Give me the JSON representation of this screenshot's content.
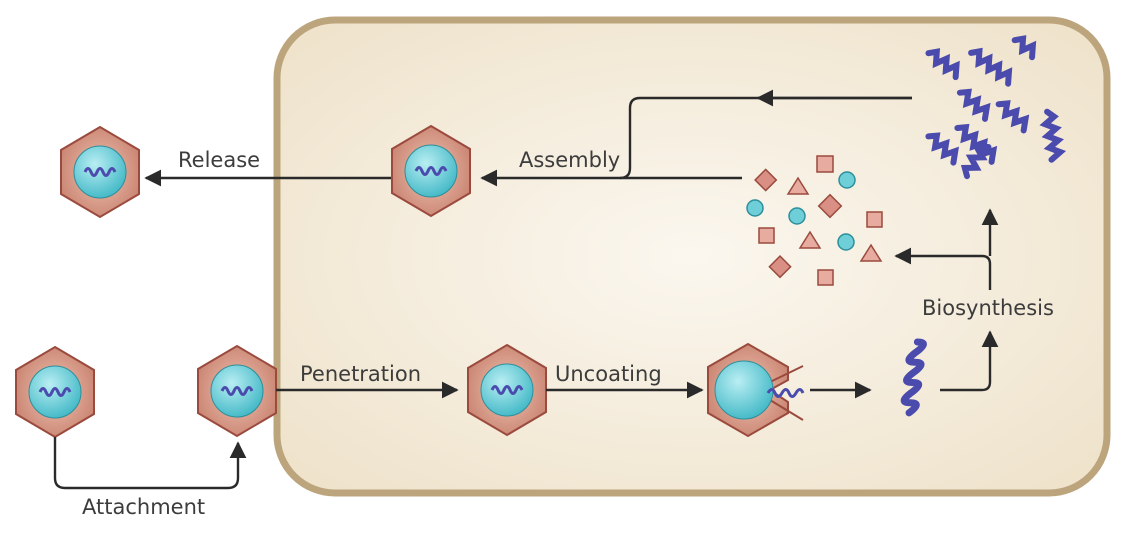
{
  "labels": {
    "release": "Release",
    "assembly": "Assembly",
    "biosynthesis": "Biosynthesis",
    "penetration": "Penetration",
    "uncoating": "Uncoating",
    "attachment": "Attachment"
  },
  "colors": {
    "cell_fill": "#f3ead8",
    "cell_border": "#c1a87e",
    "capsid_fill": "#d39b88",
    "capsid_stroke": "#9b4a3e",
    "nucleus_fill": "#6fcfd9",
    "nucleic_acid": "#5b5bb5",
    "protein": "#d98f83",
    "arrow": "#2a2a2a"
  }
}
